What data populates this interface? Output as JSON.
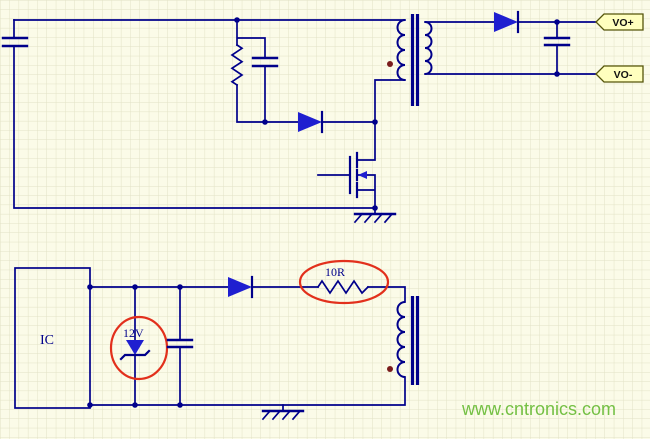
{
  "page": {
    "type": "circuit-schematic",
    "subject": "Flyback switching power supply schematic with highlighted zener and resistor",
    "watermark": "www.cntronics.com"
  },
  "labels": {
    "ic": "IC",
    "zener": "12V",
    "resistor_10r": "10R",
    "vo_plus": "VO+",
    "vo_minus": "VO-"
  },
  "colors": {
    "background": "#FBFBE8",
    "grid": "#E2E2C6",
    "wire": "#00008B",
    "diode_fill": "#1F1FD0",
    "highlight_red": "#E2301C",
    "polarity_dot": "#7A1C1C",
    "tag_fill": "#FFFFBE",
    "watermark_green": "#74C044"
  },
  "components": [
    {
      "name": "input-capacitor",
      "type": "capacitor"
    },
    {
      "name": "snubber-resistor",
      "type": "resistor"
    },
    {
      "name": "snubber-capacitor",
      "type": "capacitor"
    },
    {
      "name": "snubber-diode",
      "type": "diode"
    },
    {
      "name": "power-mosfet",
      "type": "n-channel-mosfet"
    },
    {
      "name": "transformer",
      "type": "transformer",
      "windings": 3
    },
    {
      "name": "output-diode",
      "type": "diode"
    },
    {
      "name": "output-capacitor",
      "type": "capacitor"
    },
    {
      "name": "output-terminal-positive",
      "label": "VO+"
    },
    {
      "name": "output-terminal-negative",
      "label": "VO-"
    },
    {
      "name": "controller-ic",
      "type": "ic",
      "label": "IC"
    },
    {
      "name": "aux-diode",
      "type": "diode"
    },
    {
      "name": "aux-resistor",
      "type": "resistor",
      "label": "10R",
      "highlighted": true
    },
    {
      "name": "zener-diode",
      "type": "zener-diode",
      "label": "12V",
      "highlighted": true
    },
    {
      "name": "aux-capacitor",
      "type": "capacitor"
    }
  ]
}
